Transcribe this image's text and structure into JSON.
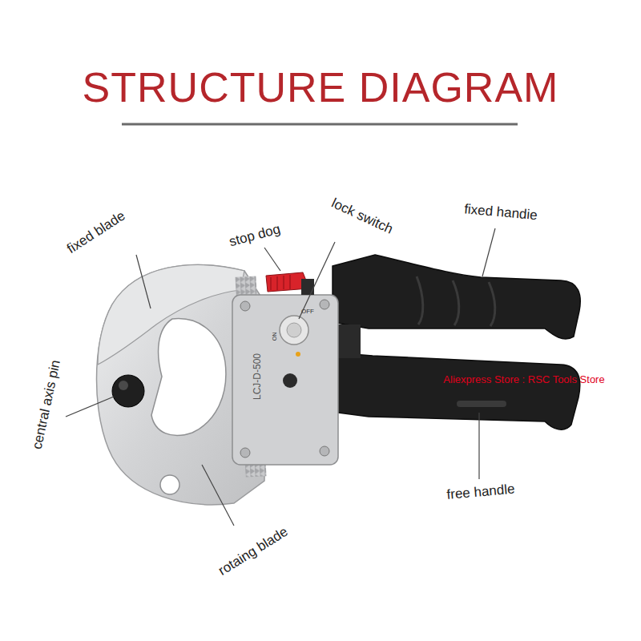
{
  "diagram": {
    "title": "STRUCTURE DIAGRAM",
    "labels": [
      "fixed blade",
      "stop dog",
      "lock switch",
      "fixed handie",
      "central axis pin",
      "free handle",
      "rotaing blade",
      "Aliexpress Store : RSC Tools Store",
      "LCJ-D-500",
      "OFF",
      "ON"
    ]
  }
}
